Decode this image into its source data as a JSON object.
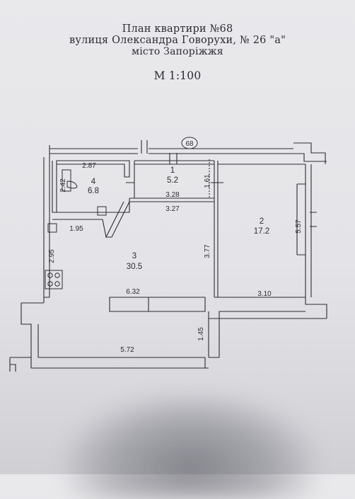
{
  "header": {
    "title": "План квартири №68",
    "address": "вулиця Олександра Говорухи, № 26 \"а\"",
    "city": "місто Запоріжжя",
    "scale": "М 1:100"
  },
  "apartment_tag": "68",
  "rooms": [
    {
      "number": "1",
      "area": "5.2"
    },
    {
      "number": "2",
      "area": "17.2"
    },
    {
      "number": "3",
      "area": "30.5"
    },
    {
      "number": "4",
      "area": "6.8"
    }
  ],
  "dimensions": {
    "d287": "2.87",
    "d242": "2.42",
    "d195": "1.95",
    "d295": "2.95",
    "d328": "3.28",
    "d327": "3.27",
    "d161": "1.61",
    "d377": "3.77",
    "d557": "5.57",
    "d310": "3.10",
    "d632": "6.32",
    "d145": "1.45",
    "d572": "5.72"
  },
  "colors": {
    "ink": "#2b2b33",
    "paper": "#e6e6ea"
  }
}
